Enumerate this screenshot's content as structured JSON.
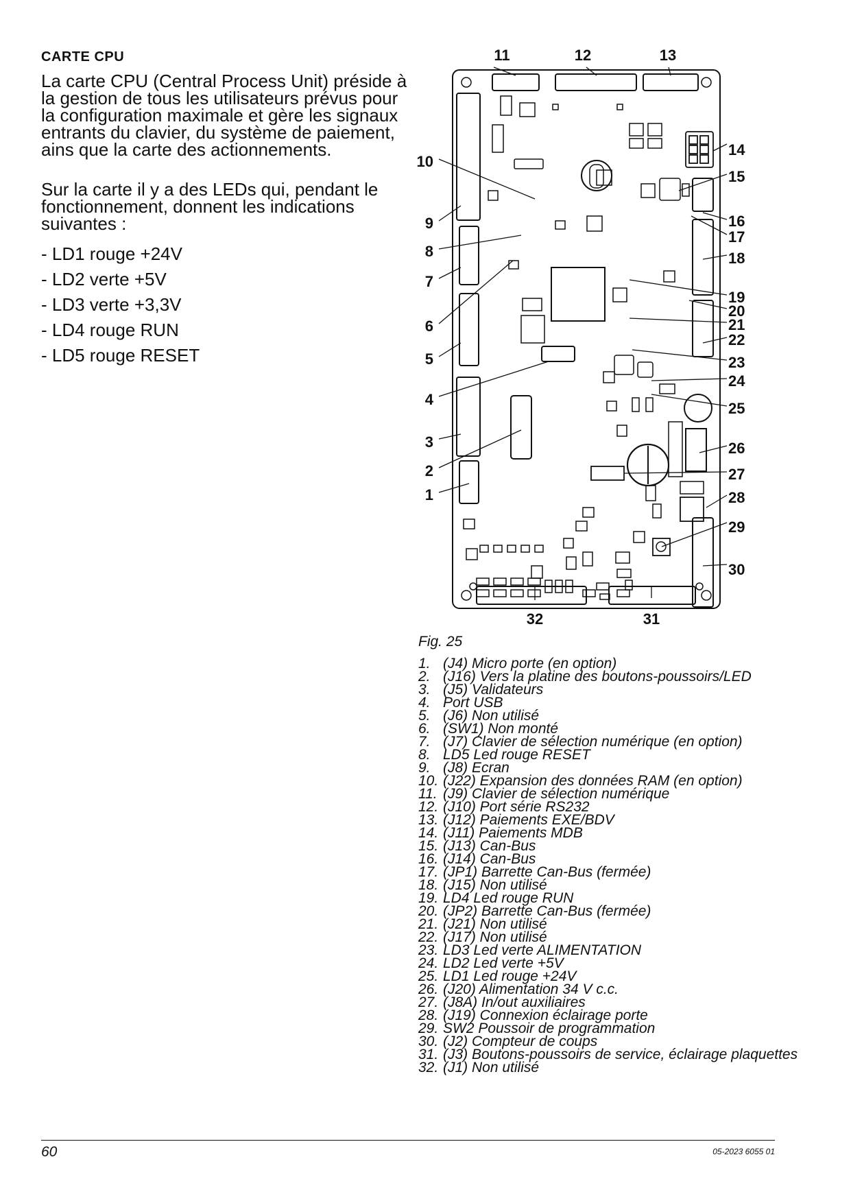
{
  "section_title": "CARTE CPU",
  "intro_paragraphs": [
    "La carte CPU (Central Process Unit) préside à la gestion de tous les utilisateurs prévus pour la configuration maximale et gère les signaux entrants du clavier, du système de paiement, ains que la carte des actionnements.",
    "Sur la carte il y a des LEDs qui, pendant le fonctionnement, donnent les indications suivantes :"
  ],
  "led_list": [
    "LD1 rouge +24V",
    "LD2 verte +5V",
    "LD3 verte +3,3V",
    "LD4 rouge RUN",
    "LD5 rouge RESET"
  ],
  "figure": {
    "caption": "Fig. 25",
    "callouts": [
      "1",
      "2",
      "3",
      "4",
      "5",
      "6",
      "7",
      "8",
      "9",
      "10",
      "11",
      "12",
      "13",
      "14",
      "15",
      "16",
      "17",
      "18",
      "19",
      "20",
      "21",
      "22",
      "23",
      "24",
      "25",
      "26",
      "27",
      "28",
      "29",
      "30",
      "31",
      "32"
    ]
  },
  "legend": [
    {
      "num": "1.",
      "text": "(J4) Micro porte (en option)"
    },
    {
      "num": "2.",
      "text": "(J16) Vers la platine des boutons-poussoirs/LED"
    },
    {
      "num": "3.",
      "text": "(J5) Validateurs"
    },
    {
      "num": "4.",
      "text": "Port USB"
    },
    {
      "num": "5.",
      "text": "(J6) Non utilisé"
    },
    {
      "num": "6.",
      "text": "(SW1) Non monté"
    },
    {
      "num": "7.",
      "text": "(J7) Clavier de sélection numérique (en option)"
    },
    {
      "num": "8.",
      "text": "LD5 Led rouge RESET"
    },
    {
      "num": "9.",
      "text": "(J8) Ecran"
    },
    {
      "num": "10.",
      "text": "(J22) Expansion des données RAM (en option)"
    },
    {
      "num": "11.",
      "text": "(J9) Clavier de sélection numérique"
    },
    {
      "num": "12.",
      "text": "(J10) Port série RS232"
    },
    {
      "num": "13.",
      "text": "(J12) Paiements EXE/BDV"
    },
    {
      "num": "14.",
      "text": "(J11) Paiements MDB"
    },
    {
      "num": "15.",
      "text": "(J13) Can-Bus"
    },
    {
      "num": "16.",
      "text": "(J14) Can-Bus"
    },
    {
      "num": "17.",
      "text": "(JP1) Barrette Can-Bus (fermée)"
    },
    {
      "num": "18.",
      "text": "(J15) Non utilisé"
    },
    {
      "num": "19.",
      "text": "LD4 Led rouge RUN"
    },
    {
      "num": "20.",
      "text": "(JP2) Barrette Can-Bus (fermée)"
    },
    {
      "num": "21.",
      "text": "(J21) Non utilisé"
    },
    {
      "num": "22.",
      "text": "(J17) Non utilisé"
    },
    {
      "num": "23.",
      "text": "LD3 Led verte ALIMENTATION"
    },
    {
      "num": "24.",
      "text": "LD2 Led verte +5V"
    },
    {
      "num": "25.",
      "text": "LD1 Led rouge +24V"
    },
    {
      "num": "26.",
      "text": "(J20) Alimentation 34 V c.c."
    },
    {
      "num": "27.",
      "text": "(J8A) In/out auxiliaires"
    },
    {
      "num": "28.",
      "text": "(J19) Connexion éclairage porte"
    },
    {
      "num": "29.",
      "text": "SW2 Poussoir de programmation"
    },
    {
      "num": "30.",
      "text": "(J2) Compteur de coups"
    },
    {
      "num": "31.",
      "text": "(J3) Boutons-poussoirs de service, éclairage plaquettes"
    },
    {
      "num": "32.",
      "text": "(J1) Non utilisé"
    }
  ],
  "footer": {
    "page_number": "60",
    "doc_ref": "05-2023 6055 01"
  }
}
